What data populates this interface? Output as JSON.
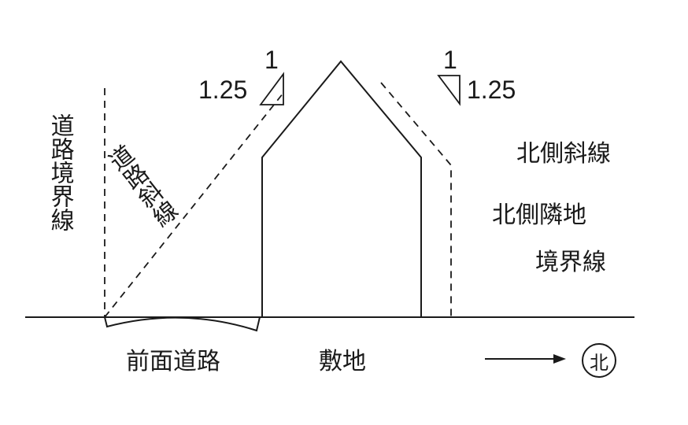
{
  "labels": {
    "road_boundary_line": "道路境界線",
    "road_slope_line": "道路斜線",
    "north_slope_line": "北側斜線",
    "north_neighbor_boundary_line1": "北側隣地",
    "north_neighbor_boundary_line2": "境界線",
    "front_road": "前面道路",
    "site": "敷地",
    "north": "北"
  },
  "slope_ratios": {
    "road_side": {
      "rise": "1.25",
      "run": "1"
    },
    "north_side": {
      "rise": "1.25",
      "run": "1"
    }
  },
  "colors": {
    "ink": "#1a1a1a",
    "background": "#ffffff"
  },
  "icons": {
    "north_direction": "right-arrow-icon",
    "north_marker": "circled-character-icon"
  }
}
